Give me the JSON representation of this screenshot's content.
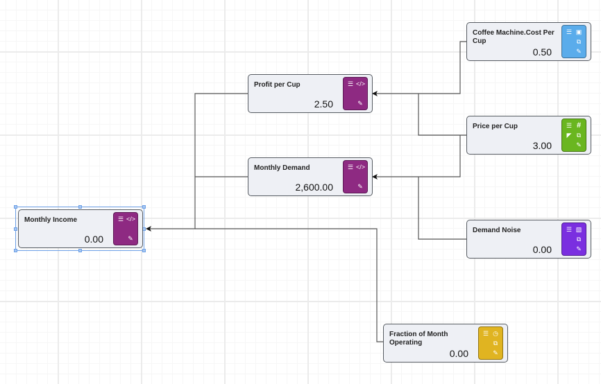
{
  "colors": {
    "calculation": "#8e2a82",
    "data": "#5aaceb",
    "variable": "#6ab620",
    "random": "#7a2fe0",
    "time": "#e0b421",
    "wire": "#555555",
    "selection": "#6c9fe6"
  },
  "nodes": [
    {
      "id": "monthly-income",
      "title": "Monthly Income",
      "value": "0.00",
      "type": "calculation",
      "selected": true,
      "icons": {
        "tl": "menu-icon",
        "tr": "code-icon",
        "br": "edit-icon"
      }
    },
    {
      "id": "profit-per-cup",
      "title": "Profit per Cup",
      "value": "2.50",
      "type": "calculation",
      "icons": {
        "tl": "menu-icon",
        "tr": "code-icon",
        "br": "edit-icon"
      }
    },
    {
      "id": "monthly-demand",
      "title": "Monthly Demand",
      "value": "2,600.00",
      "type": "calculation",
      "icons": {
        "tl": "menu-icon",
        "tr": "code-icon",
        "br": "edit-icon"
      }
    },
    {
      "id": "coffee-machine-cost-per-cup",
      "title": "Coffee Machine.Cost Per Cup",
      "value": "0.50",
      "type": "data",
      "icons": {
        "tl": "menu-icon",
        "tr": "archive-icon",
        "mr": "link-icon",
        "br": "edit-icon"
      }
    },
    {
      "id": "price-per-cup",
      "title": "Price per Cup",
      "value": "3.00",
      "type": "variable",
      "icons": {
        "tl": "menu-icon",
        "tr": "hash-icon",
        "ml": "area-chart-icon",
        "mr": "link-icon",
        "br": "edit-icon"
      }
    },
    {
      "id": "demand-noise",
      "title": "Demand Noise",
      "value": "0.00",
      "type": "random",
      "icons": {
        "tl": "menu-icon",
        "tr": "bar-chart-icon",
        "mr": "link-icon",
        "br": "edit-icon"
      }
    },
    {
      "id": "fraction-of-month-operating",
      "title": "Fraction of Month Operating",
      "value": "0.00",
      "type": "time",
      "icons": {
        "tl": "menu-icon",
        "tr": "clock-icon",
        "mr": "link-icon",
        "br": "edit-icon"
      }
    }
  ],
  "edges": [
    {
      "from": "coffee-machine-cost-per-cup",
      "to": "profit-per-cup"
    },
    {
      "from": "price-per-cup",
      "to": "profit-per-cup"
    },
    {
      "from": "price-per-cup",
      "to": "monthly-demand"
    },
    {
      "from": "demand-noise",
      "to": "monthly-demand"
    },
    {
      "from": "profit-per-cup",
      "to": "monthly-income"
    },
    {
      "from": "monthly-demand",
      "to": "monthly-income"
    },
    {
      "from": "fraction-of-month-operating",
      "to": "monthly-income"
    }
  ]
}
